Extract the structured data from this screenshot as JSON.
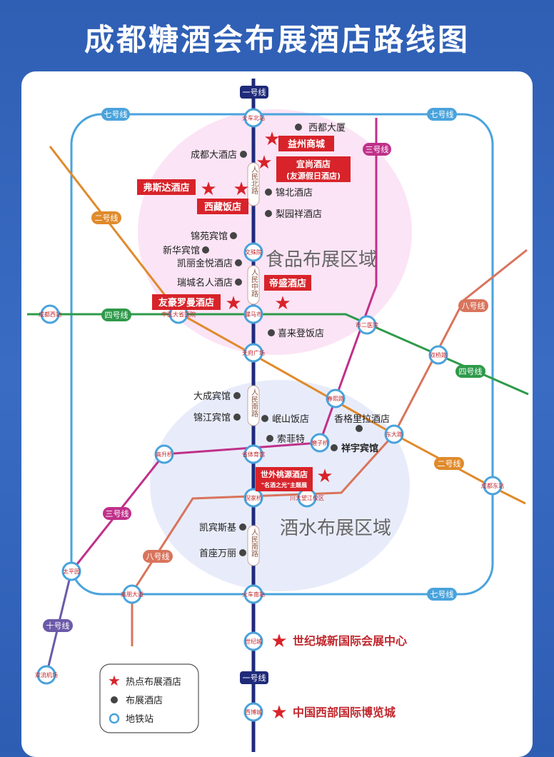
{
  "title": "成都糖酒会布展酒店路线图",
  "zones": {
    "food": "食品布展区域",
    "drinks": "酒水布展区域"
  },
  "lines": {
    "line1": "一号线",
    "line2": "二号线",
    "line3": "三号线",
    "line4": "四号线",
    "line7": "七号线",
    "line8": "八号线",
    "line10": "十号线"
  },
  "stations": {
    "huochebei": "火车北站",
    "wenshuyuan": "文殊院",
    "luomashi": "骡马市",
    "tianfu": "天府广场",
    "shengtiyu": "省体育馆",
    "nijiaqiao": "倪家桥",
    "huochenan": "火车南站",
    "shijicheng": "世纪城",
    "xibo": "西博城",
    "chengduxi": "成都西站",
    "zhongyida": "中医大省医院",
    "shiersheng": "市二医院",
    "shuangqiao": "双桥路",
    "chunxi": "春熙路",
    "moziqiao": "磨子桥",
    "dongda": "东大路",
    "chengdudong": "成都东站",
    "gaoshengqiao": "高升桥",
    "taipingyuan": "太平园",
    "gaopeng": "高朋大道",
    "chuanda": "川大望江校区",
    "shuangliu": "双流机场"
  },
  "roads": {
    "north": "人民北路",
    "middle": "人民中路",
    "south": "人民南路"
  },
  "hotels": {
    "xidu": "西都大厦",
    "yizhou": "益州商城",
    "chengdu": "成都大酒店",
    "yishang": "宜尚酒店",
    "youyuan": "(友源假日酒店)",
    "fusida": "弗斯达酒店",
    "jinbei": "锦北酒店",
    "xizang": "西藏饭店",
    "liyuan": "梨园祥酒店",
    "jinyuan": "锦苑宾馆",
    "xinhua": "新华宾馆",
    "kaili": "凯丽金悦酒店",
    "ruicheng": "瑞城名人酒店",
    "disheng": "帝盛酒店",
    "youhao": "友豪罗曼酒店",
    "xilaideng": "喜来登饭店",
    "dacheng": "大成宾馆",
    "jinjiang": "锦江宾馆",
    "minshan": "岷山饭店",
    "shangri": "香格里拉酒店",
    "suofeite": "索菲特",
    "xiangyu": "祥宇宾馆",
    "shiwai": "世外桃源酒店",
    "shiwai_sub": "\"名酒之光\"主题展",
    "kaibinsiji": "凯宾斯基",
    "shouzuo": "首座万丽"
  },
  "venues": {
    "century": "世纪城新国际会展中心",
    "west": "中国西部国际博览城"
  },
  "legend": {
    "hot": "热点布展酒店",
    "hotel": "布展酒店",
    "metro": "地铁站"
  },
  "colors": {
    "bg": "#3467bd",
    "line1": "#1f2a7a",
    "line2": "#e08a2b",
    "line3": "#c0308a",
    "line4": "#2e9a4a",
    "line7": "#4aa3dc",
    "line8": "#d9745c",
    "line10": "#6b5aa8",
    "red": "#d8232a"
  }
}
